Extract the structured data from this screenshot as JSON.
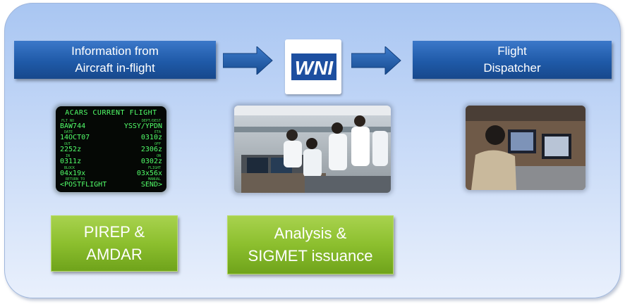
{
  "boxes": {
    "info_line1": "Information from",
    "info_line2": "Aircraft in-flight",
    "flight_line1": "Flight",
    "flight_line2": "Dispatcher"
  },
  "logo": {
    "text": "WNI"
  },
  "acars": {
    "title": "ACARS CURRENT FLIGHT",
    "flt_no_label": "FLT NO",
    "flt_no": "BAW744",
    "dept_dest_label": "DEPT/DEST",
    "dept_dest": "YSSY/YPDN",
    "date_label": "DATE",
    "date": "14OCT07",
    "eta_label": "ETA",
    "eta": "0310z",
    "out_label": "OUT",
    "out": "2252z",
    "off_label": "OFF",
    "off": "2306z",
    "in_label": "IN",
    "in": "0311z",
    "on_label": "ON",
    "on": "0302z",
    "block_label": "BLOCK",
    "block": "04x19x",
    "flight_label": "FLIGHT",
    "flight": "03x56x",
    "return_label": "RETURN TO",
    "return": "<POSTFLIGHT",
    "manual_label": "MANUAL",
    "manual": "SEND>"
  },
  "green": {
    "pirep_line1": "PIREP &",
    "pirep_line2": "AMDAR",
    "analysis_line1": "Analysis &",
    "analysis_line2": "SIGMET issuance"
  },
  "colors": {
    "panel": "#b9d0f5",
    "box_blue": "#1f5aa8",
    "box_green": "#8cbf2e",
    "acars_text": "#52ff6a"
  }
}
